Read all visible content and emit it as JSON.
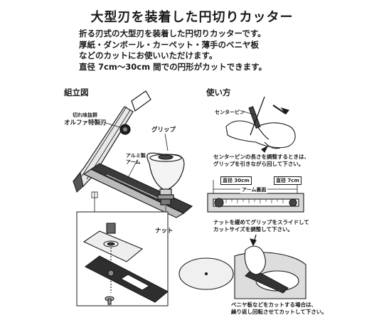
{
  "title": "大型刃を装着した円切りカッター",
  "description": [
    "折る刃式の大型刃を装着した円切りカッターです。",
    "厚紙・ダンボール・カーペット・薄手のベニヤ板",
    "などのカットにお使いいただけます。",
    "直径 7cm〜30cm 間での円形がカットできます。"
  ],
  "assembly": {
    "heading": "組立図",
    "blade_label_1": "切れ味抜群",
    "blade_label_2": "オルファ特製刃",
    "grip_label": "グリップ",
    "arm_label_1": "アルミ製",
    "arm_label_2": "アーム",
    "nut_label": "ナット"
  },
  "usage": {
    "heading": "使い方",
    "center_pin_label": "センターピン",
    "caption_1": [
      "センターピンの長さを調整するときは、",
      "グリップを引きながら回して下さい。"
    ],
    "diameter_30": "直径 30cm",
    "diameter_7": "直径 7cm",
    "arm_back": "アーム裏面",
    "caption_2": [
      "ナットを緩めてグリップをスライドして",
      "カットサイズを調整して下さい。"
    ],
    "caption_3": [
      "ベニヤ板などをカットする場合は、",
      "繰り返し回転させてカットして下さい。"
    ]
  }
}
